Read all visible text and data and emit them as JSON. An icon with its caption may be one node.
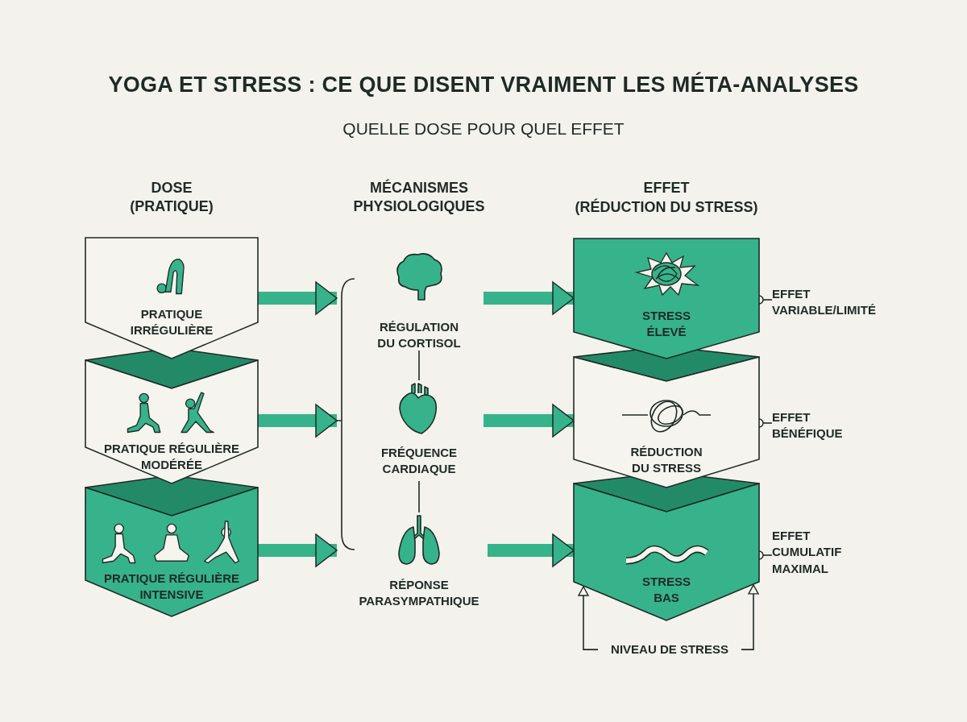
{
  "diagram": {
    "title": "YOGA ET STRESS : CE QUE DISENT VRAIMENT LES MÉTA-ANALYSES",
    "nodes": [
      {
        "text": [
          "PRATIQUE IRRÉGULIÈRE"
        ]
      },
      {
        "text": [
          "PRATIQUE RÉGULIÈRE MODÉRÉE"
        ]
      },
      {
        "text": [
          "PRATIQUE RÉGULIÈRE INTENSIVE"
        ]
      },
      {
        "text": [],
        "shape": "bracket"
      },
      {
        "text": [
          "RÉGULATION DU CORTISOL"
        ]
      },
      {
        "text": [
          "FRÉQUENCE CARDIAQUE"
        ]
      },
      {
        "text": [
          "RÉPONSE PARASYMPATHIQUE"
        ]
      },
      {
        "text": [
          "STRESS ÉLEVÉ"
        ]
      },
      {
        "text": [
          "RÉDUCTION DU STRESS"
        ]
      },
      {
        "text": [
          "STRESS BAS"
        ]
      },
      {
        "text": [
          "EFFET VARIABLE/LIMITÉ"
        ]
      },
      {
        "text": [
          "EFFET BÉNÉFIQUE"
        ]
      },
      {
        "text": [
          "EFFET CUMULATIF MAXIMAL"
        ]
      },
      {
        "text": [
          "NIVEAU DE STRESS"
        ]
      }
    ],
    "edges": [
      {
        "from": 0,
        "to": 3,
        "arrow": "to",
        "style": "thick",
        "color": "#36b38a"
      },
      {
        "from": 1,
        "to": 3,
        "arrow": "to",
        "style": "thick",
        "color": "#36b38a"
      },
      {
        "from": 2,
        "to": 3,
        "arrow": "to",
        "style": "thick",
        "color": "#36b38a"
      },
      {
        "from": 4,
        "to": 5,
        "arrow": "none"
      },
      {
        "from": 5,
        "to": 6,
        "arrow": "none"
      },
      {
        "from": 4,
        "to": 7,
        "arrow": "to",
        "style": "thick",
        "color": "#36b38a"
      },
      {
        "from": 5,
        "to": 8,
        "arrow": "to",
        "style": "thick",
        "color": "#36b38a"
      },
      {
        "from": 6,
        "to": 9,
        "arrow": "to",
        "style": "thick",
        "color": "#36b38a"
      },
      {
        "from": 10,
        "to": 7,
        "arrow": "other"
      },
      {
        "from": 11,
        "to": 8,
        "arrow": "other"
      },
      {
        "from": 12,
        "to": 9,
        "arrow": "other"
      },
      {
        "from": 13,
        "to": 9,
        "arrow": "to"
      },
      {
        "from": 13,
        "to": 9,
        "arrow": "to"
      }
    ],
    "labels": [
      "QUELLE DOSE POUR QUEL EFFET",
      "DOSE (PRATIQUE)",
      "MÉCANISMES PHYSIOLOGIQUES",
      "EFFET",
      "(RÉDUCTION DU STRESS)"
    ]
  }
}
